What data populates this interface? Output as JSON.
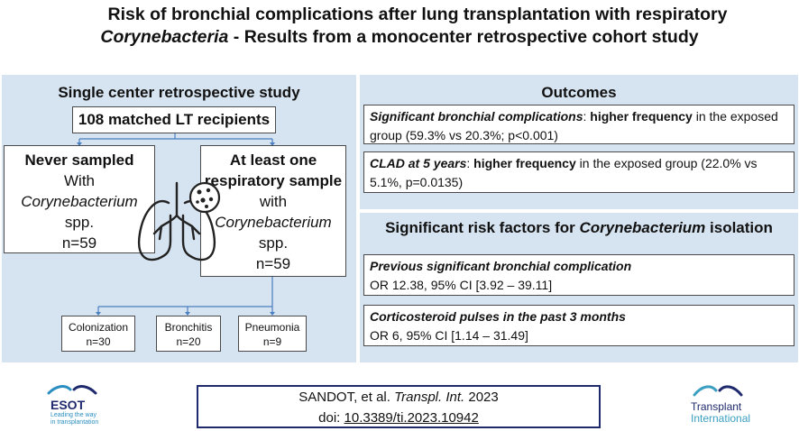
{
  "title": {
    "line1": "Risk of bronchial complications after lung transplantation with respiratory",
    "line2_italic": "Corynebacteria",
    "line2_rest": " - Results from a monocenter retrospective cohort study"
  },
  "left": {
    "heading": "Single center retrospective study",
    "recipients": "108 matched LT recipients",
    "never": {
      "bold": "Never sampled",
      "l2": "With",
      "l3": "Corynebacterium",
      "l4": "spp.",
      "l5": "n=59"
    },
    "atleast": {
      "b1": "At least one",
      "b2": "respiratory sample",
      "l3": "with",
      "l4": "Corynebacterium",
      "l5": "spp.",
      "l6": "n=59"
    },
    "subgroups": [
      {
        "label": "Colonization",
        "n": "n=30"
      },
      {
        "label": "Bronchitis",
        "n": "n=20"
      },
      {
        "label": "Pneumonia",
        "n": "n=9"
      }
    ]
  },
  "outcomes": {
    "heading": "Outcomes",
    "o1": {
      "bi": "Significant bronchial complications",
      "p1": ": ",
      "b": "higher frequency",
      "p2": " in the exposed group (59.3% vs 20.3%; p<0.001)"
    },
    "o2": {
      "bi": "CLAD at 5 years",
      "p1": ": ",
      "b": "higher frequency",
      "p2": " in the exposed group (22.0% vs 5.1%, p=0.0135)"
    }
  },
  "risk": {
    "heading_pre": "Significant risk factors for ",
    "heading_ital": "Corynebacterium",
    "heading_post": " isolation",
    "r1": {
      "title": "Previous significant bronchial complication",
      "text": "OR 12.38, 95% CI [3.92 – 39.11]"
    },
    "r2": {
      "title": "Corticosteroid pulses in the past 3 months",
      "text": "OR 6, 95% CI [1.14 – 31.49]"
    }
  },
  "citation": {
    "pre": "SANDOT, et al. ",
    "journal": "Transpl. Int.",
    "year": " 2023",
    "doi_pre": "doi: ",
    "doi": "10.3389/ti.2023.10942"
  },
  "logos": {
    "esot": {
      "name": "ESOT",
      "tag1": "Leading the way",
      "tag2": "in transplantation"
    },
    "ti": {
      "l1": "Transplant",
      "l2": "International"
    }
  },
  "colors": {
    "panel": "#d6e3f0",
    "accent": "#2e6db4",
    "navy": "#1f2a6e",
    "teal": "#3a9fc1"
  }
}
